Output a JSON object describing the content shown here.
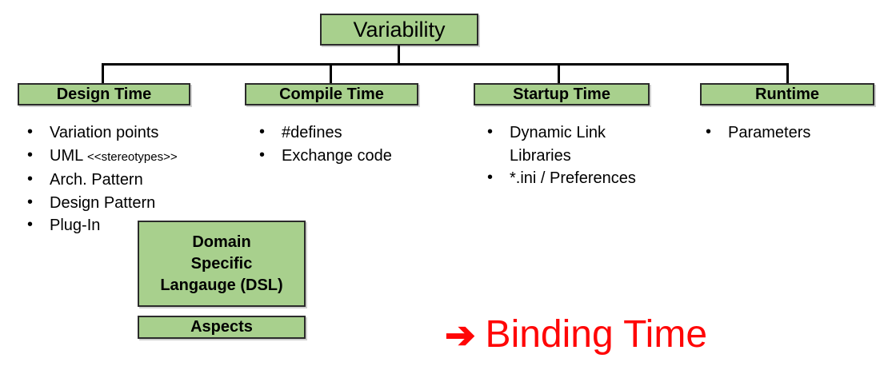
{
  "bullet": "•",
  "colors": {
    "box_fill": "#a8d08d",
    "box_border": "#2b2b2b",
    "connector": "#000000",
    "text": "#000000",
    "binding_red": "#ff0606",
    "background": "#ffffff"
  },
  "tree": {
    "root": "Variability",
    "columns": [
      {
        "header": "Design Time",
        "items": [
          {
            "text": "Variation points"
          },
          {
            "text": "UML",
            "small": "<<stereotypes>>"
          },
          {
            "text": "Arch. Pattern"
          },
          {
            "text": "Design Pattern"
          },
          {
            "text": "Plug-In"
          }
        ]
      },
      {
        "header": "Compile Time",
        "items": [
          {
            "text": "#defines"
          },
          {
            "text": "Exchange code"
          }
        ]
      },
      {
        "header": "Startup Time",
        "items": [
          {
            "text": "Dynamic Link Libraries"
          },
          {
            "text": "*.ini / Preferences"
          }
        ]
      },
      {
        "header": "Runtime",
        "items": [
          {
            "text": "Parameters"
          }
        ]
      }
    ]
  },
  "dsl_box": {
    "lines": [
      "Domain",
      "Specific",
      "Langauge (DSL)"
    ]
  },
  "aspects_box": "Aspects",
  "binding_time": {
    "arrow": "➔",
    "label": "Binding Time"
  }
}
